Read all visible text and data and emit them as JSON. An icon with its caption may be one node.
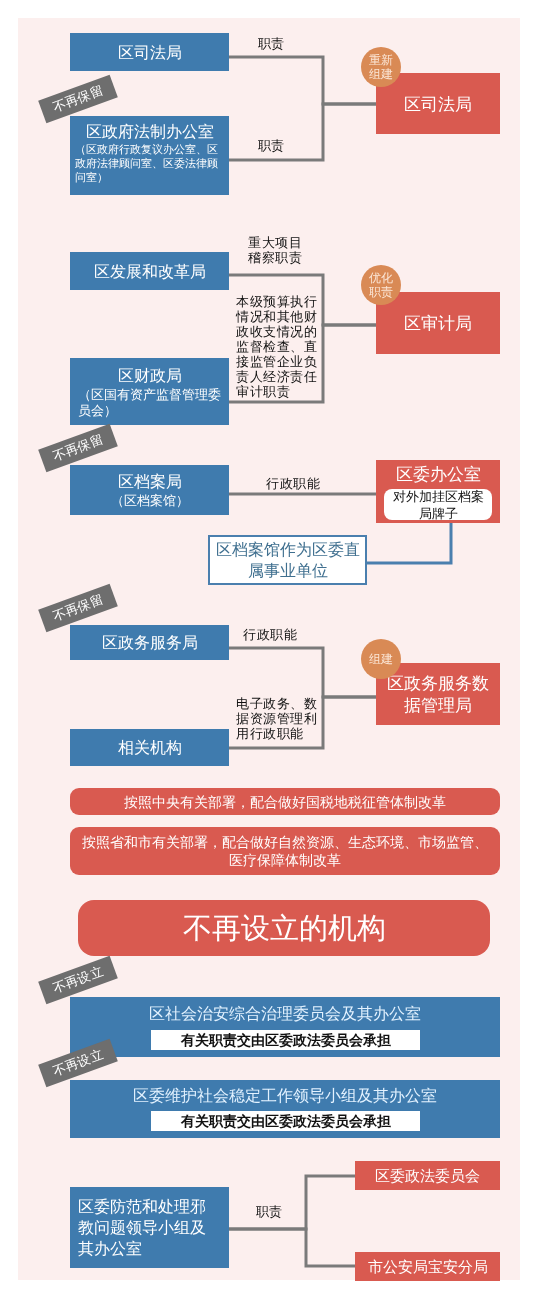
{
  "diagram": {
    "nodes": [
      {
        "text": [
          "区司法局"
        ]
      },
      {
        "text": [
          "区政府法制办公室",
          "（区政府行政复议办公室、区政府法律顾问室、区委法律顾问室）"
        ],
        "beside": [
          "不再保留"
        ]
      },
      {
        "text": [
          "区司法局"
        ],
        "beside": [
          "重新组建"
        ]
      },
      {
        "text": [
          "区发展和改革局"
        ]
      },
      {
        "text": [
          "区财政局",
          "（区国有资产监督管理委员会）"
        ]
      },
      {
        "text": [
          "区审计局"
        ],
        "beside": [
          "优化职责"
        ]
      },
      {
        "text": [
          "区档案局",
          "（区档案馆）"
        ],
        "beside": [
          "不再保留"
        ]
      },
      {
        "text": [
          "区委办公室"
        ]
      },
      {
        "text": [
          "对外加挂区档案局牌子"
        ],
        "in": 7
      },
      {
        "text": [
          "区档案馆作为区委直属事业单位"
        ]
      },
      {
        "text": [
          "区政务服务局"
        ],
        "beside": [
          "不再保留"
        ]
      },
      {
        "text": [
          "相关机构"
        ]
      },
      {
        "text": [
          "区政务服务数据管理局"
        ],
        "beside": [
          "组建"
        ]
      },
      {
        "text": [
          "按照中央有关部署，配合做好国税地税征管体制改革"
        ]
      },
      {
        "text": [
          "按照省和市有关部署，配合做好自然资源、生态环境、市场监管、医疗保障体制改革"
        ]
      },
      {
        "text": [
          "不再设立的机构"
        ]
      },
      {
        "text": [
          "区社会治安综合治理委员会及其办公室"
        ],
        "beside": [
          "不再设立"
        ]
      },
      {
        "text": [
          "有关职责交由区委政法委员会承担"
        ],
        "in": 16
      },
      {
        "text": [
          "区委维护社会稳定工作领导小组及其办公室"
        ],
        "beside": [
          "不再设立"
        ]
      },
      {
        "text": [
          "有关职责交由区委政法委员会承担"
        ],
        "in": 18
      },
      {
        "text": [
          "区委防范和处理邪教问题领导小组及其办公室"
        ]
      },
      {
        "text": [
          "区委政法委员会"
        ]
      },
      {
        "text": [
          "市公安局宝安分局"
        ]
      }
    ],
    "edges": [
      {
        "from": 0,
        "to": 2,
        "arrow": "none",
        "label": "职责"
      },
      {
        "from": 1,
        "to": 2,
        "arrow": "none",
        "label": "职责"
      },
      {
        "from": 3,
        "to": 5,
        "arrow": "none",
        "label": "重大项目稽察职责"
      },
      {
        "from": 4,
        "to": 5,
        "arrow": "none",
        "label": "本级预算执行情况和其他财政收支情况的监督检查、直接监管企业负责人经济责任审计职责"
      },
      {
        "from": 6,
        "to": 7,
        "arrow": "none",
        "label": "行政职能"
      },
      {
        "from": 9,
        "to": 7,
        "arrow": "none",
        "color": "#4a7fae"
      },
      {
        "from": 10,
        "to": 12,
        "arrow": "none",
        "label": "行政职能"
      },
      {
        "from": 11,
        "to": 12,
        "arrow": "none",
        "label": "电子政务、数据资源管理利用行政职能"
      },
      {
        "from": 20,
        "to": 21,
        "arrow": "none",
        "label": "职责"
      },
      {
        "from": 20,
        "to": 22,
        "arrow": "none"
      }
    ]
  }
}
